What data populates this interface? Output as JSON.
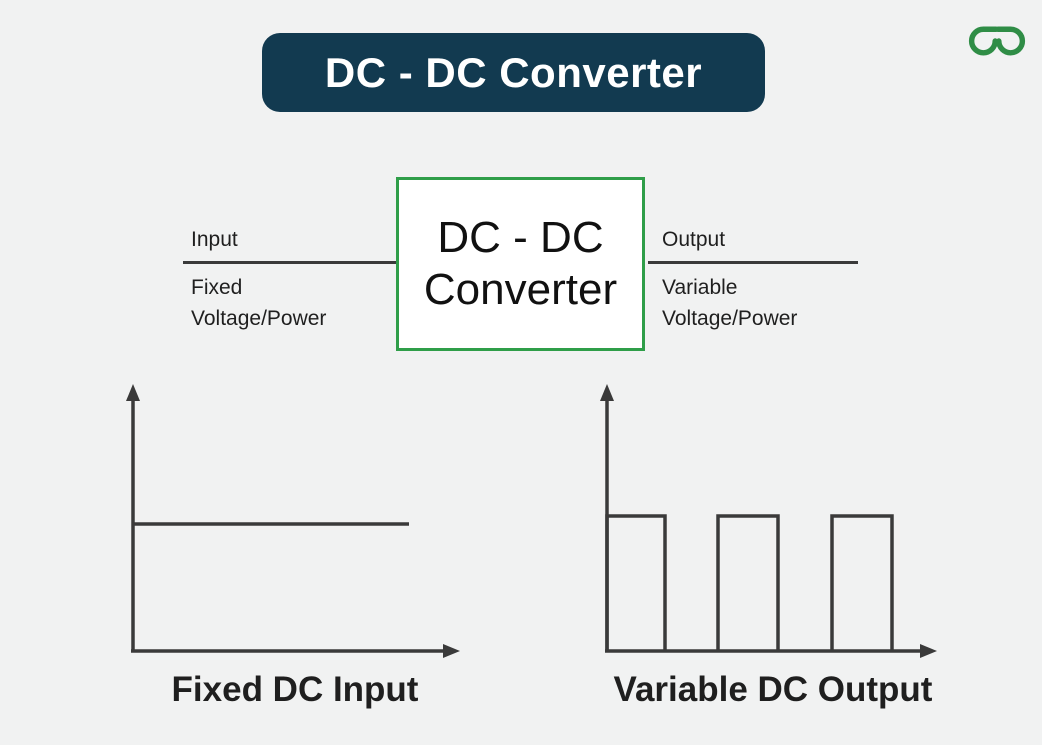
{
  "header": {
    "title": "DC - DC Converter",
    "logo_name": "geeksforgeeks-logo",
    "banner_color": "#123a50",
    "logo_color": "#2f8d46"
  },
  "block_diagram": {
    "converter_box": {
      "line1": "DC - DC",
      "line2": "Converter",
      "border_color": "#2f9e49"
    },
    "input": {
      "wire_label": "Input",
      "description_line1": "Fixed",
      "description_line2": "Voltage/Power"
    },
    "output": {
      "wire_label": "Output",
      "description_line1": "Variable",
      "description_line2": "Voltage/Power"
    }
  },
  "charts": {
    "input_graph": {
      "caption": "Fixed DC Input"
    },
    "output_graph": {
      "caption": "Variable DC Output"
    }
  },
  "chart_data": [
    {
      "type": "line",
      "title": "Fixed DC Input",
      "description": "Constant DC level drawn as a single horizontal line at roughly half the axis height, spanning most of the time axis",
      "series": [
        {
          "name": "fixed-dc-level",
          "shape": "constant",
          "relative_level": 0.48
        }
      ],
      "grid": false,
      "axes": "unlabeled x (time) and y (amplitude) with arrowheads"
    },
    {
      "type": "line",
      "title": "Variable DC Output",
      "description": "Chopped (pulsed) DC waveform: three equal rectangular pulses starting at the y-axis",
      "series": [
        {
          "name": "pulsed-dc",
          "shape": "square-pulses",
          "pulse_count": 3,
          "relative_level": 0.43,
          "duty_cycle": 0.53
        }
      ],
      "grid": false,
      "axes": "unlabeled x (time) and y (amplitude) with arrowheads"
    }
  ],
  "colors": {
    "background": "#f1f2f2",
    "line": "#3a3a3a",
    "text": "#1f1f1f",
    "box_fill": "#ffffff"
  }
}
